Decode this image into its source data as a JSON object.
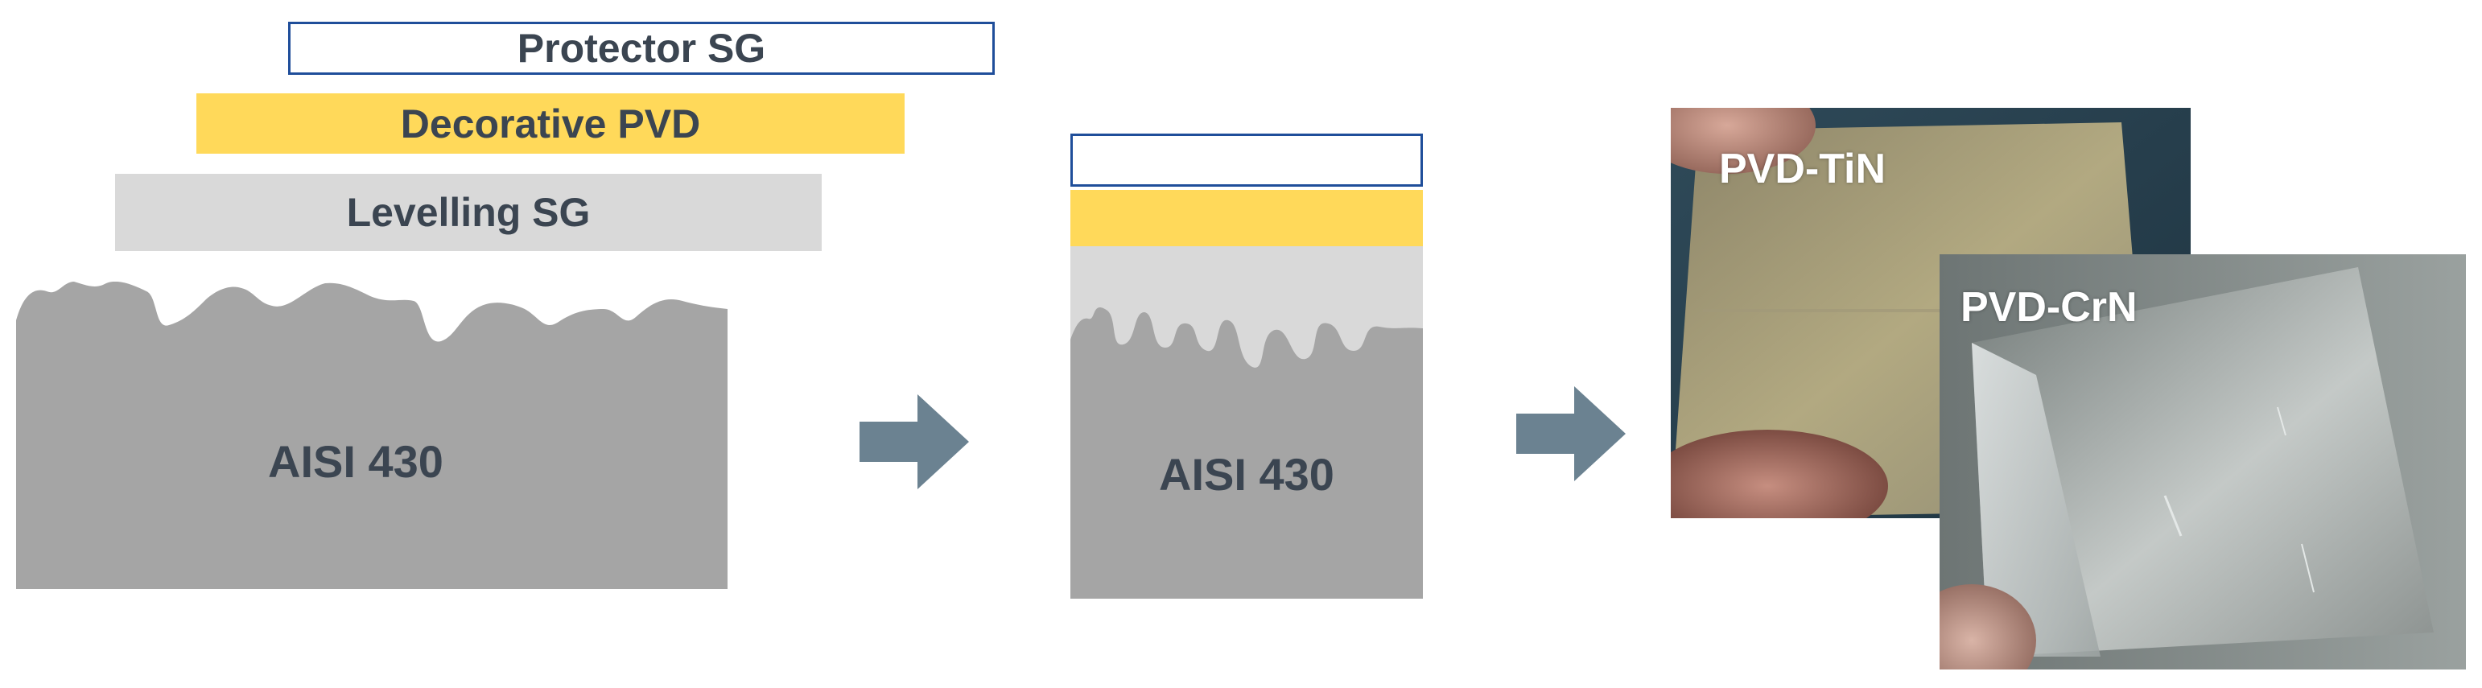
{
  "left_stack": {
    "protector_label": "Protector SG",
    "decorative_label": "Decorative PVD",
    "levelling_label": "Levelling SG",
    "substrate_label": "AISI 430"
  },
  "middle_stack": {
    "substrate_label": "AISI 430"
  },
  "photos": {
    "tin_label": "PVD-TiN",
    "crn_label": "PVD-CrN"
  },
  "colors": {
    "protector_border": "#1f4e9a",
    "decorative_fill": "#ffd95a",
    "levelling_fill": "#d9d9d9",
    "substrate_fill": "#a5a5a5",
    "arrow_fill": "#6b8291",
    "label_text": "#3b4551"
  },
  "icons": {
    "process_arrow": "right-arrow-icon"
  }
}
